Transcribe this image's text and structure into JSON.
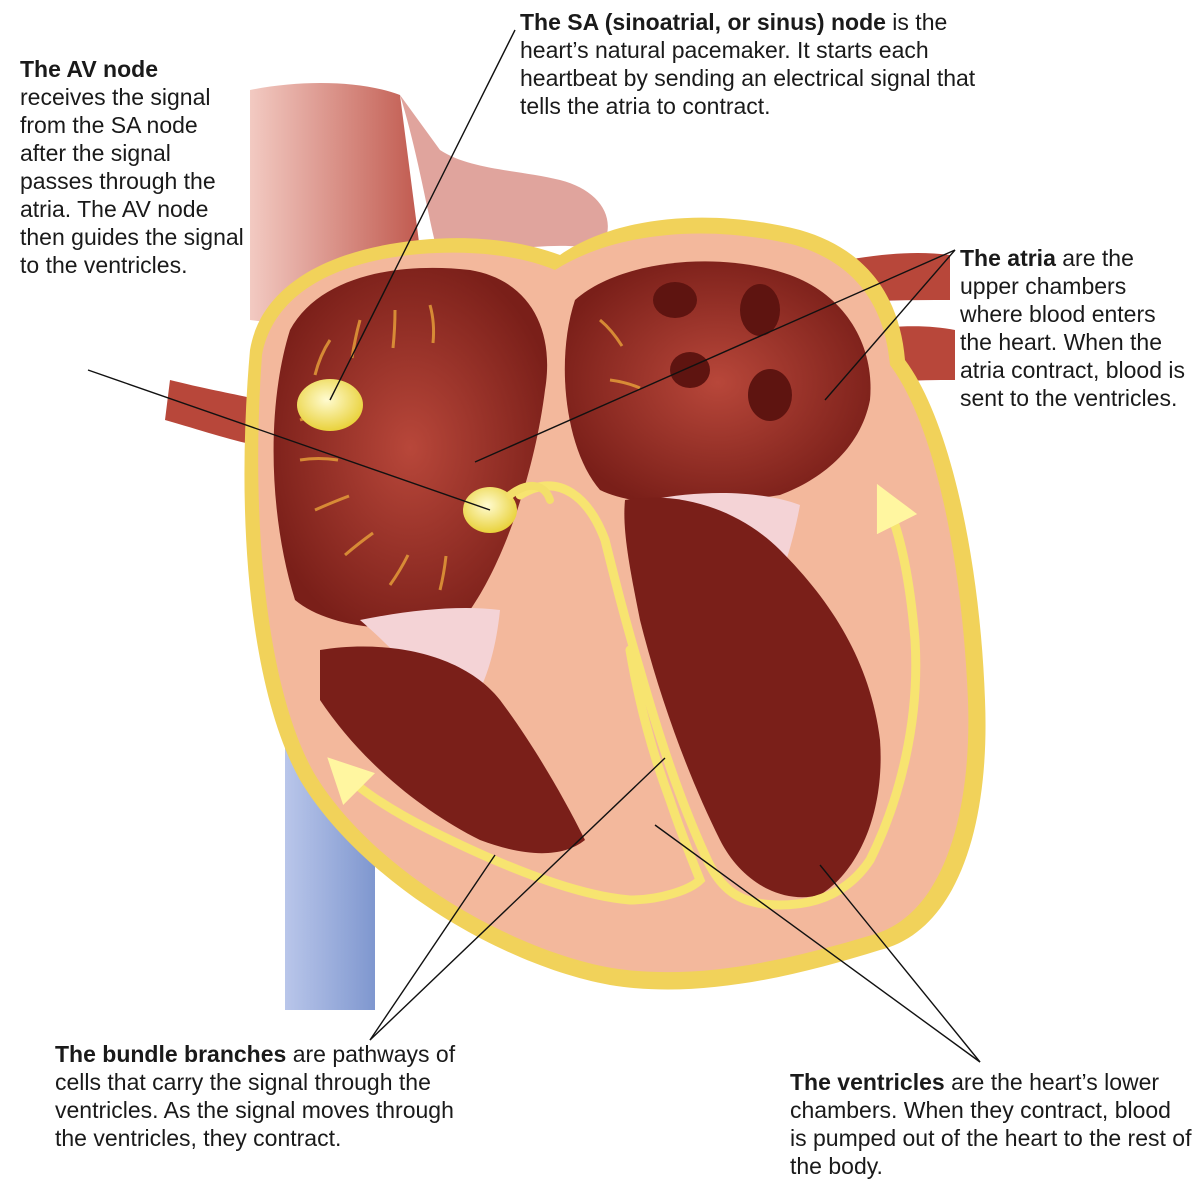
{
  "callouts": {
    "sa": {
      "bold": "The SA (sinoatrial, or sinus) node",
      "text": " is the heart’s natural pacemaker. It starts each heartbeat by sending an electrical signal that tells the atria to contract."
    },
    "av": {
      "bold": "The AV node",
      "text": " receives the signal from the SA node after the signal passes through the atria. The AV node then guides the signal to the ventricles."
    },
    "atria": {
      "bold": "The atria",
      "text": " are the upper chambers where blood enters the heart. When the atria contract, blood is sent to the ventricles."
    },
    "bundle": {
      "bold": "The bundle branches",
      "text": " are pathways of cells that carry the signal through the ventricles. As the signal moves through the ventricles, they contract."
    },
    "ventricles": {
      "bold": "The ventricles",
      "text": " are the heart’s lower chambers. When they contract, blood is pumped out of the heart to the rest of the body."
    }
  },
  "colors": {
    "muscle": "#b2453a",
    "muscle_light": "#f2b49a",
    "chamber": "#8e2a22",
    "vessel": "#c9574b",
    "vein": "#8fa6d8",
    "fat": "#f3d35a",
    "signal": "#f7ec7a"
  }
}
